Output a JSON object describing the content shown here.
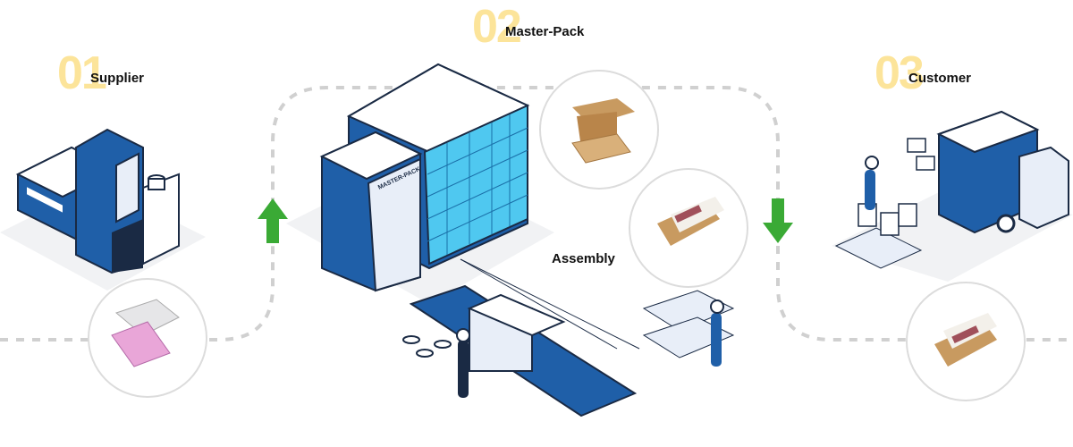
{
  "steps": [
    {
      "number": "01",
      "label": "Supplier"
    },
    {
      "number": "02",
      "label": "Master-Pack"
    },
    {
      "number": "03",
      "label": "Customer"
    }
  ],
  "assembly_label": "Assembly",
  "building_sign": "MASTER-PACK",
  "colors": {
    "accent_number": "#fce49a",
    "arrow": "#3aaa35",
    "building_blue": "#1f5fa8",
    "glass": "#4fc8f0",
    "path": "#d0d0d0"
  }
}
